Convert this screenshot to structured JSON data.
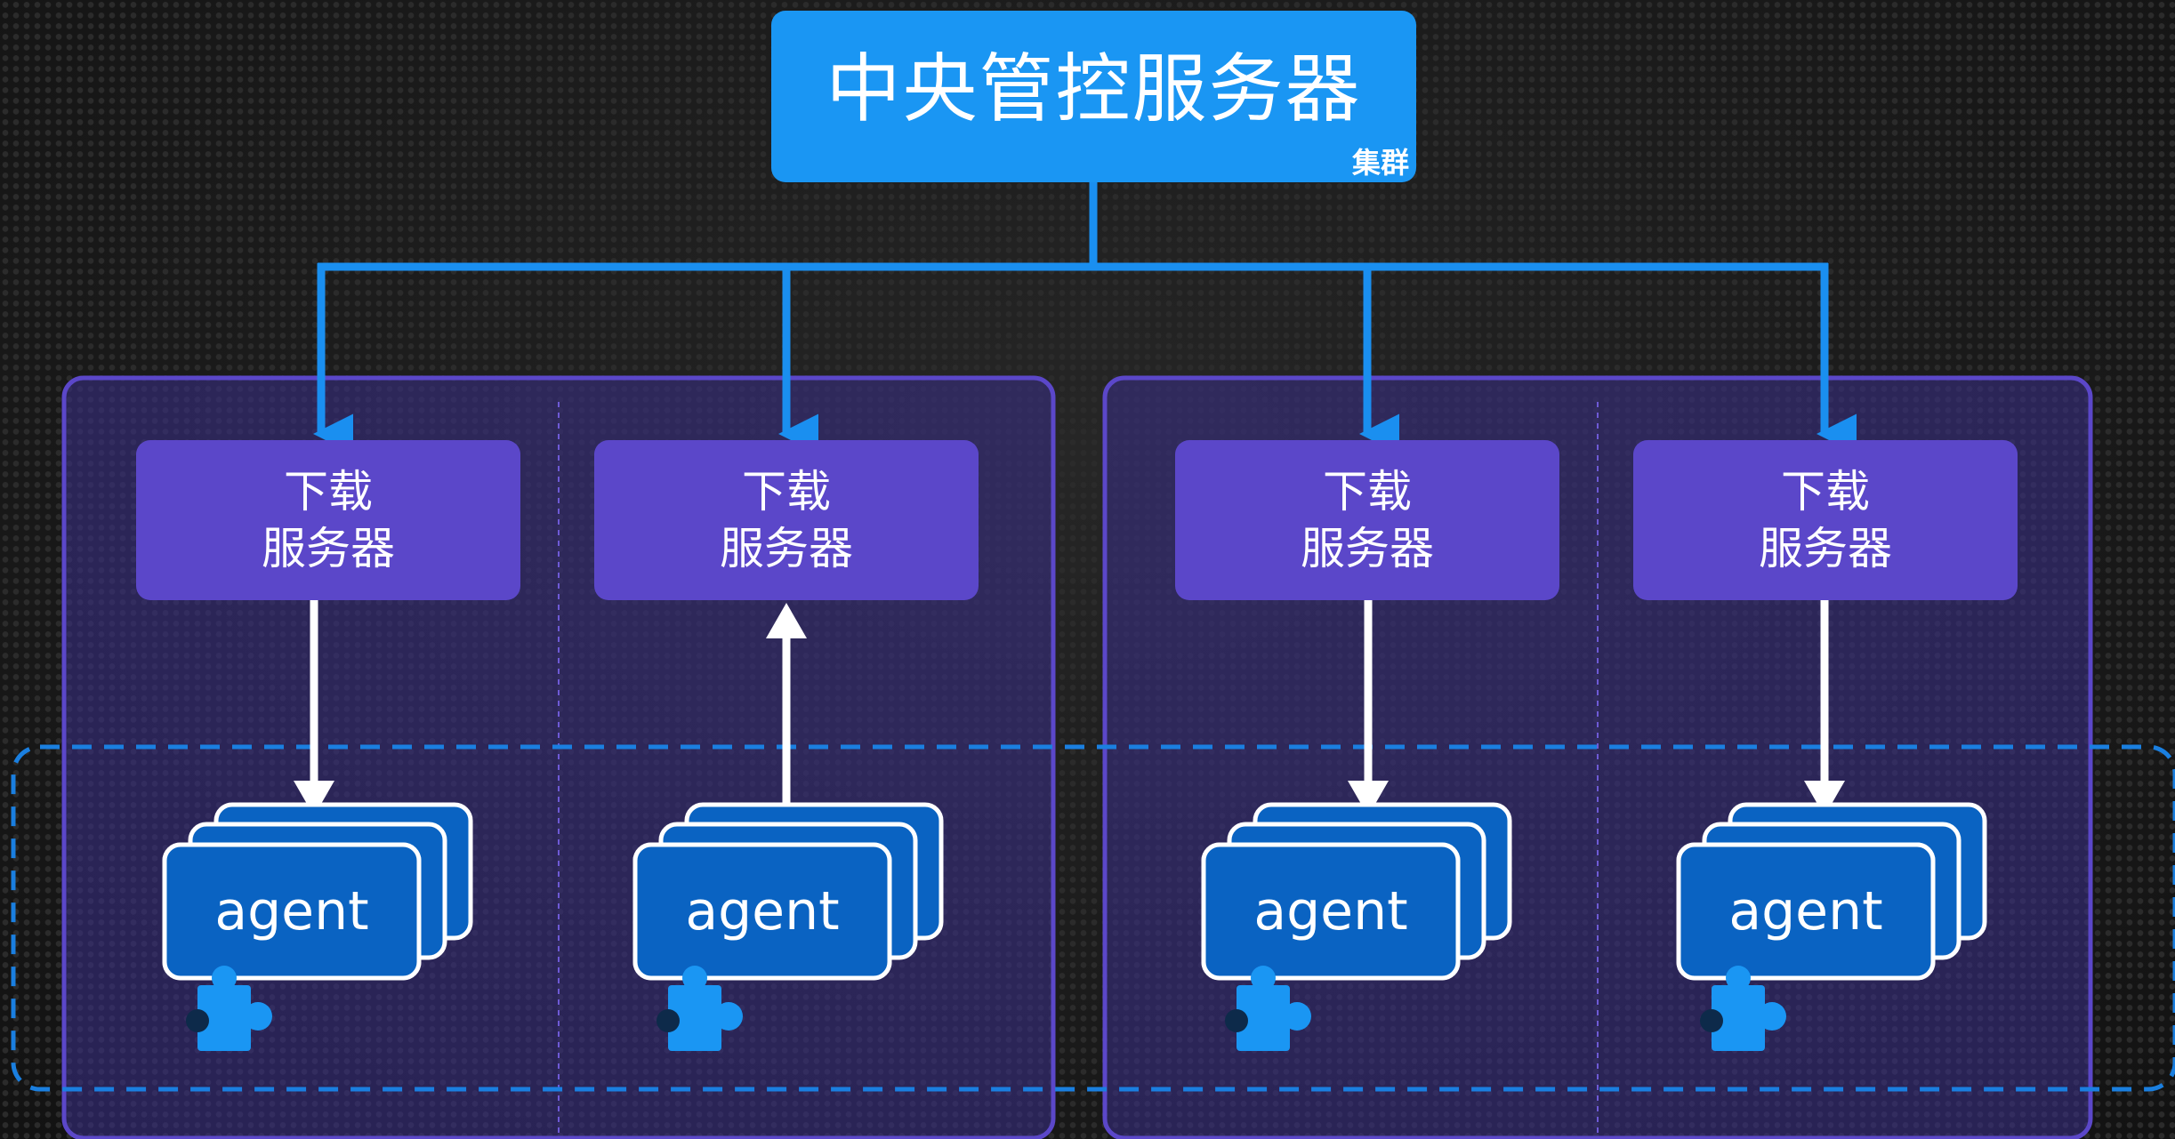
{
  "central_server": {
    "title": "中央管控服务器",
    "subtitle": "集群"
  },
  "download_servers": [
    {
      "line1": "下载",
      "line2": "服务器"
    },
    {
      "line1": "下载",
      "line2": "服务器"
    },
    {
      "line1": "下载",
      "line2": "服务器"
    },
    {
      "line1": "下载",
      "line2": "服务器"
    }
  ],
  "agents": [
    {
      "label": "agent"
    },
    {
      "label": "agent"
    },
    {
      "label": "agent"
    },
    {
      "label": "agent"
    }
  ],
  "colors": {
    "background": "#1a1a1a",
    "central_box": "#1a96f3",
    "connector_lines": "#1a8ff0",
    "region_fill": "#3a2f8a",
    "region_border": "#5b47c9",
    "download_server_box": "#5b47c9",
    "agent_card": "#0a63c2",
    "plugin_icon": "#1a96f3",
    "agent_arrows": "#ffffff",
    "dashed_group_border": "#1a7fe0"
  },
  "icons": [
    "arrow-down-icon",
    "arrow-up-icon",
    "puzzle-piece-icon"
  ]
}
